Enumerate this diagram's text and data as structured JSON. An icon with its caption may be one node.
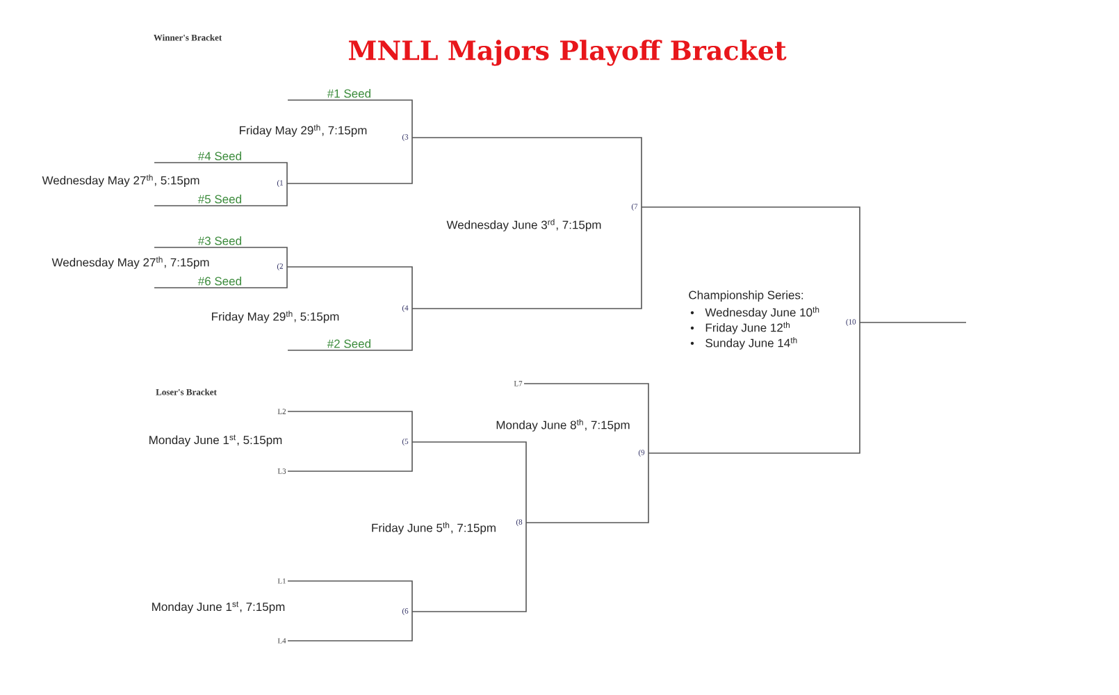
{
  "diagram": {
    "title": "MNLL Majors Playoff Bracket",
    "nodes": [
      {
        "text": [
          "#1 Seed"
        ]
      },
      {
        "text": [
          "(3"
        ]
      },
      {
        "text": [
          "#4 Seed"
        ]
      },
      {
        "text": [
          "#5 Seed"
        ]
      },
      {
        "text": [
          "(1"
        ]
      },
      {
        "text": [
          "#3 Seed"
        ]
      },
      {
        "text": [
          "#6 Seed"
        ]
      },
      {
        "text": [
          "(2"
        ]
      },
      {
        "text": [
          "(4"
        ]
      },
      {
        "text": [
          "#2 Seed"
        ]
      },
      {
        "text": [
          "(7"
        ]
      },
      {
        "text": [
          "(10"
        ]
      },
      {
        "text": [
          "L7"
        ]
      },
      {
        "text": [
          "L2"
        ]
      },
      {
        "text": [
          "(5"
        ]
      },
      {
        "text": [
          "L3"
        ]
      },
      {
        "text": [
          "(9"
        ]
      },
      {
        "text": [
          "(8"
        ]
      },
      {
        "text": [
          "L1"
        ]
      },
      {
        "text": [
          "(6"
        ]
      },
      {
        "text": [
          "L4"
        ]
      }
    ],
    "edges": [
      {
        "from": 0,
        "to": 1,
        "arrow": "none"
      },
      {
        "from": 4,
        "to": 1,
        "arrow": "none"
      },
      {
        "from": 2,
        "to": 4,
        "arrow": "none"
      },
      {
        "from": 3,
        "to": 4,
        "arrow": "none"
      },
      {
        "from": 5,
        "to": 7,
        "arrow": "none"
      },
      {
        "from": 6,
        "to": 7,
        "arrow": "none"
      },
      {
        "from": 7,
        "to": 8,
        "arrow": "none"
      },
      {
        "from": 9,
        "to": 8,
        "arrow": "none"
      },
      {
        "from": 1,
        "to": 10,
        "arrow": "none"
      },
      {
        "from": 8,
        "to": 10,
        "arrow": "none"
      },
      {
        "from": 10,
        "to": 11,
        "arrow": "none"
      },
      {
        "from": 16,
        "to": 11,
        "arrow": "none"
      },
      {
        "from": 11,
        "to": null,
        "arrow": "none"
      },
      {
        "from": 13,
        "to": 14,
        "arrow": "none"
      },
      {
        "from": 15,
        "to": 14,
        "arrow": "none"
      },
      {
        "from": 14,
        "to": 17,
        "arrow": "none"
      },
      {
        "from": 19,
        "to": 17,
        "arrow": "none"
      },
      {
        "from": 18,
        "to": 19,
        "arrow": "none"
      },
      {
        "from": 20,
        "to": 19,
        "arrow": "none"
      },
      {
        "from": 12,
        "to": 16,
        "arrow": "none"
      },
      {
        "from": 17,
        "to": 16,
        "arrow": "none"
      }
    ],
    "labels": [
      "Winner's Bracket",
      "Friday May 29$^{th}$, 7:15pm",
      "Wednesday May 27$^{th}$, 5:15pm",
      "Wednesday May 27$^{th}$, 7:15pm",
      "Friday May 29$^{th}$, 5:15pm",
      "Wednesday June 3$^{rd}$, 7:15pm",
      "Championship Series:",
      "Wednesday June 10$^{th}$",
      "Friday June 12$^{th}$",
      "Sunday June 14$^{th}$",
      "Loser's Bracket",
      "Monday June 1$^{st}$, 5:15pm",
      "Monday June 8$^{th}$, 7:15pm",
      "Friday June 5$^{th}$, 7:15pm",
      "Monday June 1$^{st}$, 7:15pm"
    ]
  }
}
